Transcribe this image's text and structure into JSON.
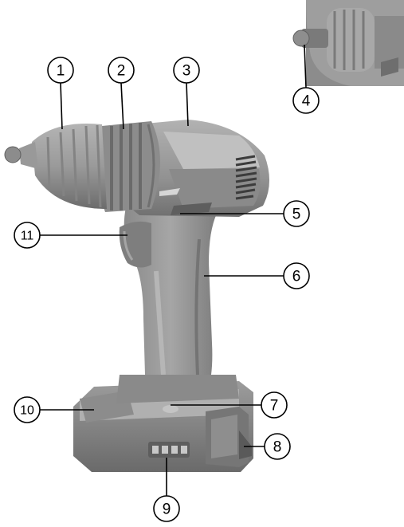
{
  "callouts": [
    {
      "id": "c1",
      "label": "1"
    },
    {
      "id": "c2",
      "label": "2"
    },
    {
      "id": "c3",
      "label": "3"
    },
    {
      "id": "c4",
      "label": "4"
    },
    {
      "id": "c5",
      "label": "5"
    },
    {
      "id": "c6",
      "label": "6"
    },
    {
      "id": "c7",
      "label": "7"
    },
    {
      "id": "c8",
      "label": "8"
    },
    {
      "id": "c9",
      "label": "9"
    },
    {
      "id": "c10",
      "label": "10"
    },
    {
      "id": "c11",
      "label": "11"
    }
  ],
  "colors": {
    "body_light": "#a8a8a8",
    "body_mid": "#8e8e8e",
    "body_dark": "#6e6e6e",
    "shadow": "#5a5a5a",
    "line": "#000000"
  }
}
